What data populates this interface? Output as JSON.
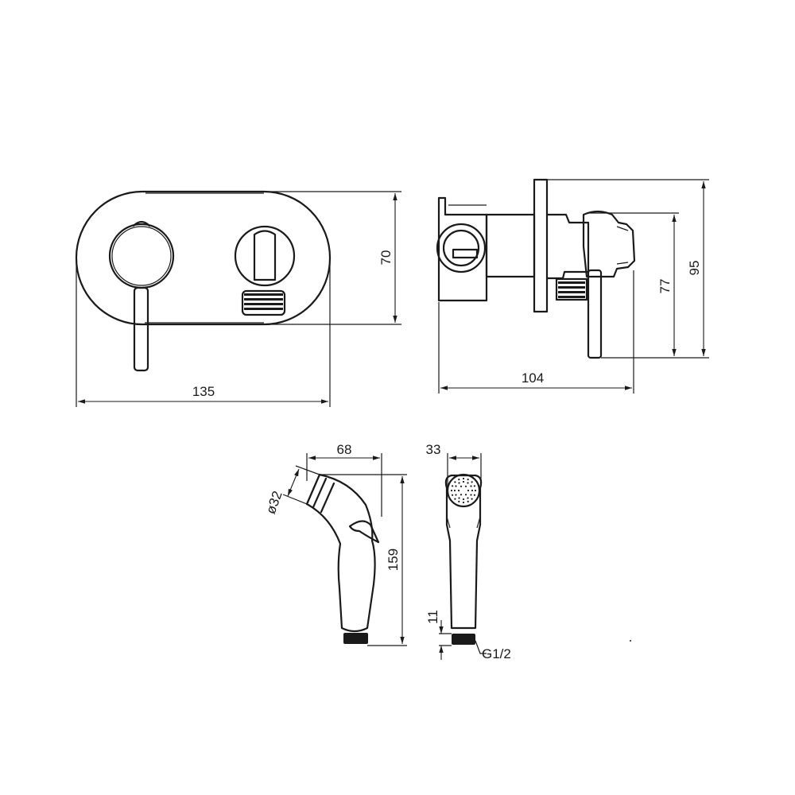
{
  "colors": {
    "line": "#1a1a1a",
    "background": "#ffffff"
  },
  "dimensions": {
    "front_width": "135",
    "front_height": "70",
    "side_depth": "104",
    "side_height_inner": "77",
    "side_height_outer": "95",
    "spray_length": "68",
    "spray_head_diameter": "ø32",
    "spray_height": "159",
    "spray_width": "33",
    "thread_length": "11",
    "thread_type": "G1/2"
  }
}
